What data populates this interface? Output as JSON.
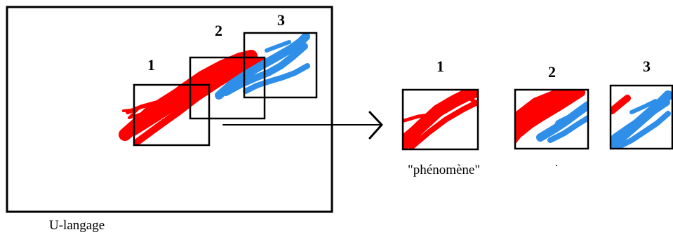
{
  "colors": {
    "stroke": "#000000",
    "red_stroke": "#ff0000",
    "blue_stroke": "#2f8fe8",
    "background": "#ffffff"
  },
  "left_panel": {
    "window_labels": [
      "1",
      "2",
      "3"
    ],
    "caption": "U-langage"
  },
  "arrow": {
    "icon": "arrow-right-icon"
  },
  "right_panel": {
    "tile_labels": [
      "1",
      "2",
      "3"
    ],
    "caption": "\"phénomène\""
  }
}
